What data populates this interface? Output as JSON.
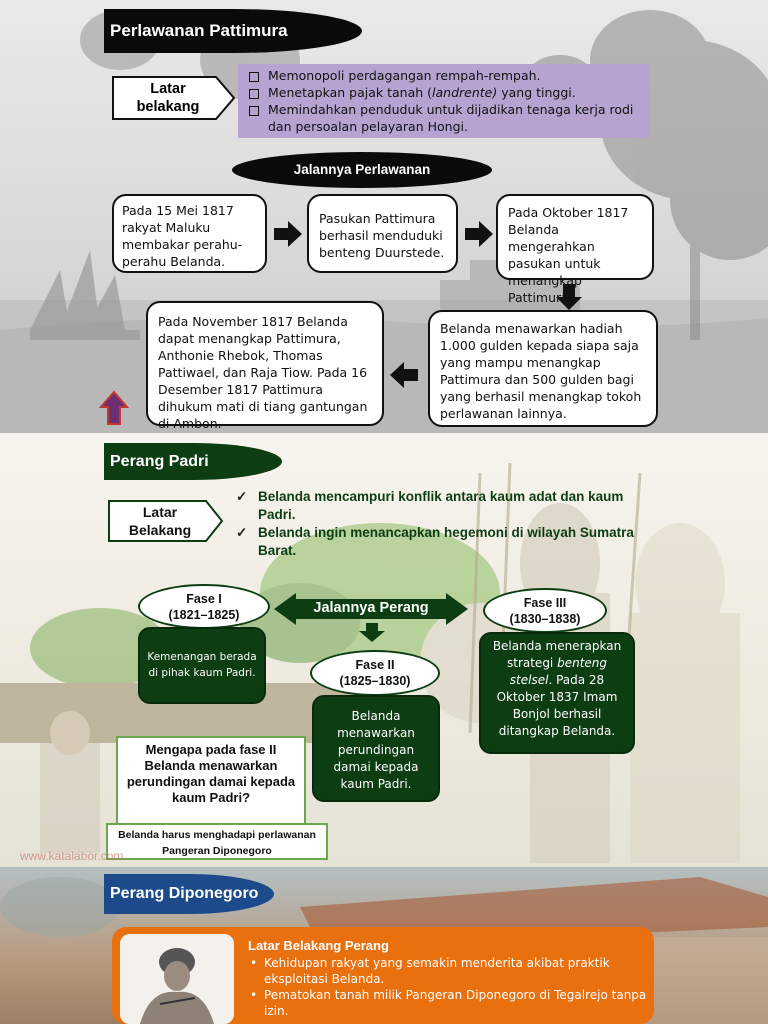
{
  "slide1": {
    "title": "Perlawanan Pattimura",
    "latar_label_1": "Latar",
    "latar_label_2": "belakang",
    "latar_items": {
      "a": "Memonopoli perdagangan rempah-rempah.",
      "b_pre": "Menetapkan pajak tanah (",
      "b_em": "landrente)",
      "b_post": " yang tinggi.",
      "c": "Memindahkan penduduk untuk dijadikan tenaga kerja rodi dan persoalan pelayaran Hongi."
    },
    "jalannya": "Jalannya Perlawanan",
    "box1": "Pada 15 Mei 1817 rakyat Maluku membakar perahu-perahu Belanda.",
    "box2": "Pasukan Pattimura berhasil menduduki benteng Duurstede.",
    "box3": "Pada Oktober 1817 Belanda mengerahkan pasukan untuk menangkap Pattimura.",
    "box4": "Belanda menawarkan hadiah 1.000 gulden kepada siapa saja yang mampu menangkap Pattimura dan 500 gulden bagi yang berhasil menangkap tokoh perlawanan lainnya.",
    "box5": "Pada November 1817 Belanda dapat menangkap Pattimura, Anthonie Rhebok, Thomas Pattiwael, dan Raja Tiow. Pada  16 Desember 1817 Pattimura dihukum mati di tiang gantungan di Ambon."
  },
  "slide2": {
    "title": "Perang Padri",
    "latar_label_1": "Latar",
    "latar_label_2": "Belakang",
    "latar_items": [
      "Belanda mencampuri konflik antara kaum adat dan kaum Padri.",
      "Belanda ingin menancapkan hegemoni di wilayah Sumatra Barat."
    ],
    "jalannya": "Jalannya Perang",
    "fase1_title": "Fase I",
    "fase1_years": "(1821–1825)",
    "fase1_text": "Kemenangan berada di pihak kaum Padri.",
    "fase2_title": "Fase II",
    "fase2_years": "(1825–1830)",
    "fase2_text": "Belanda menawarkan perundingan damai kepada kaum Padri.",
    "fase3_title": "Fase III",
    "fase3_years": "(1830–1838)",
    "fase3_pre": "Belanda menerapkan strategi ",
    "fase3_em": "benteng stelsel",
    "fase3_post": ". Pada 28 Oktober 1837 Imam Bonjol berhasil ditangkap Belanda.",
    "question": "Mengapa pada fase II Belanda menawarkan perundingan damai kepada kaum Padri?",
    "answer": "Belanda harus menghadapi perlawanan Pangeran Diponegoro",
    "watermark": "www.katalabor.com"
  },
  "slide3": {
    "title": "Perang Diponegoro",
    "box_title": "Latar Belakang Perang",
    "items": [
      "Kehidupan rakyat yang semakin menderita akibat praktik eksploitasi Belanda.",
      "Pematokan tanah milik Pangeran Diponegoro di Tegalrejo tanpa izin."
    ]
  },
  "colors": {
    "dark_green": "#0d3d12",
    "lavender": "#b7a3d2",
    "orange": "#e8700f",
    "black": "#0a0a0a"
  }
}
